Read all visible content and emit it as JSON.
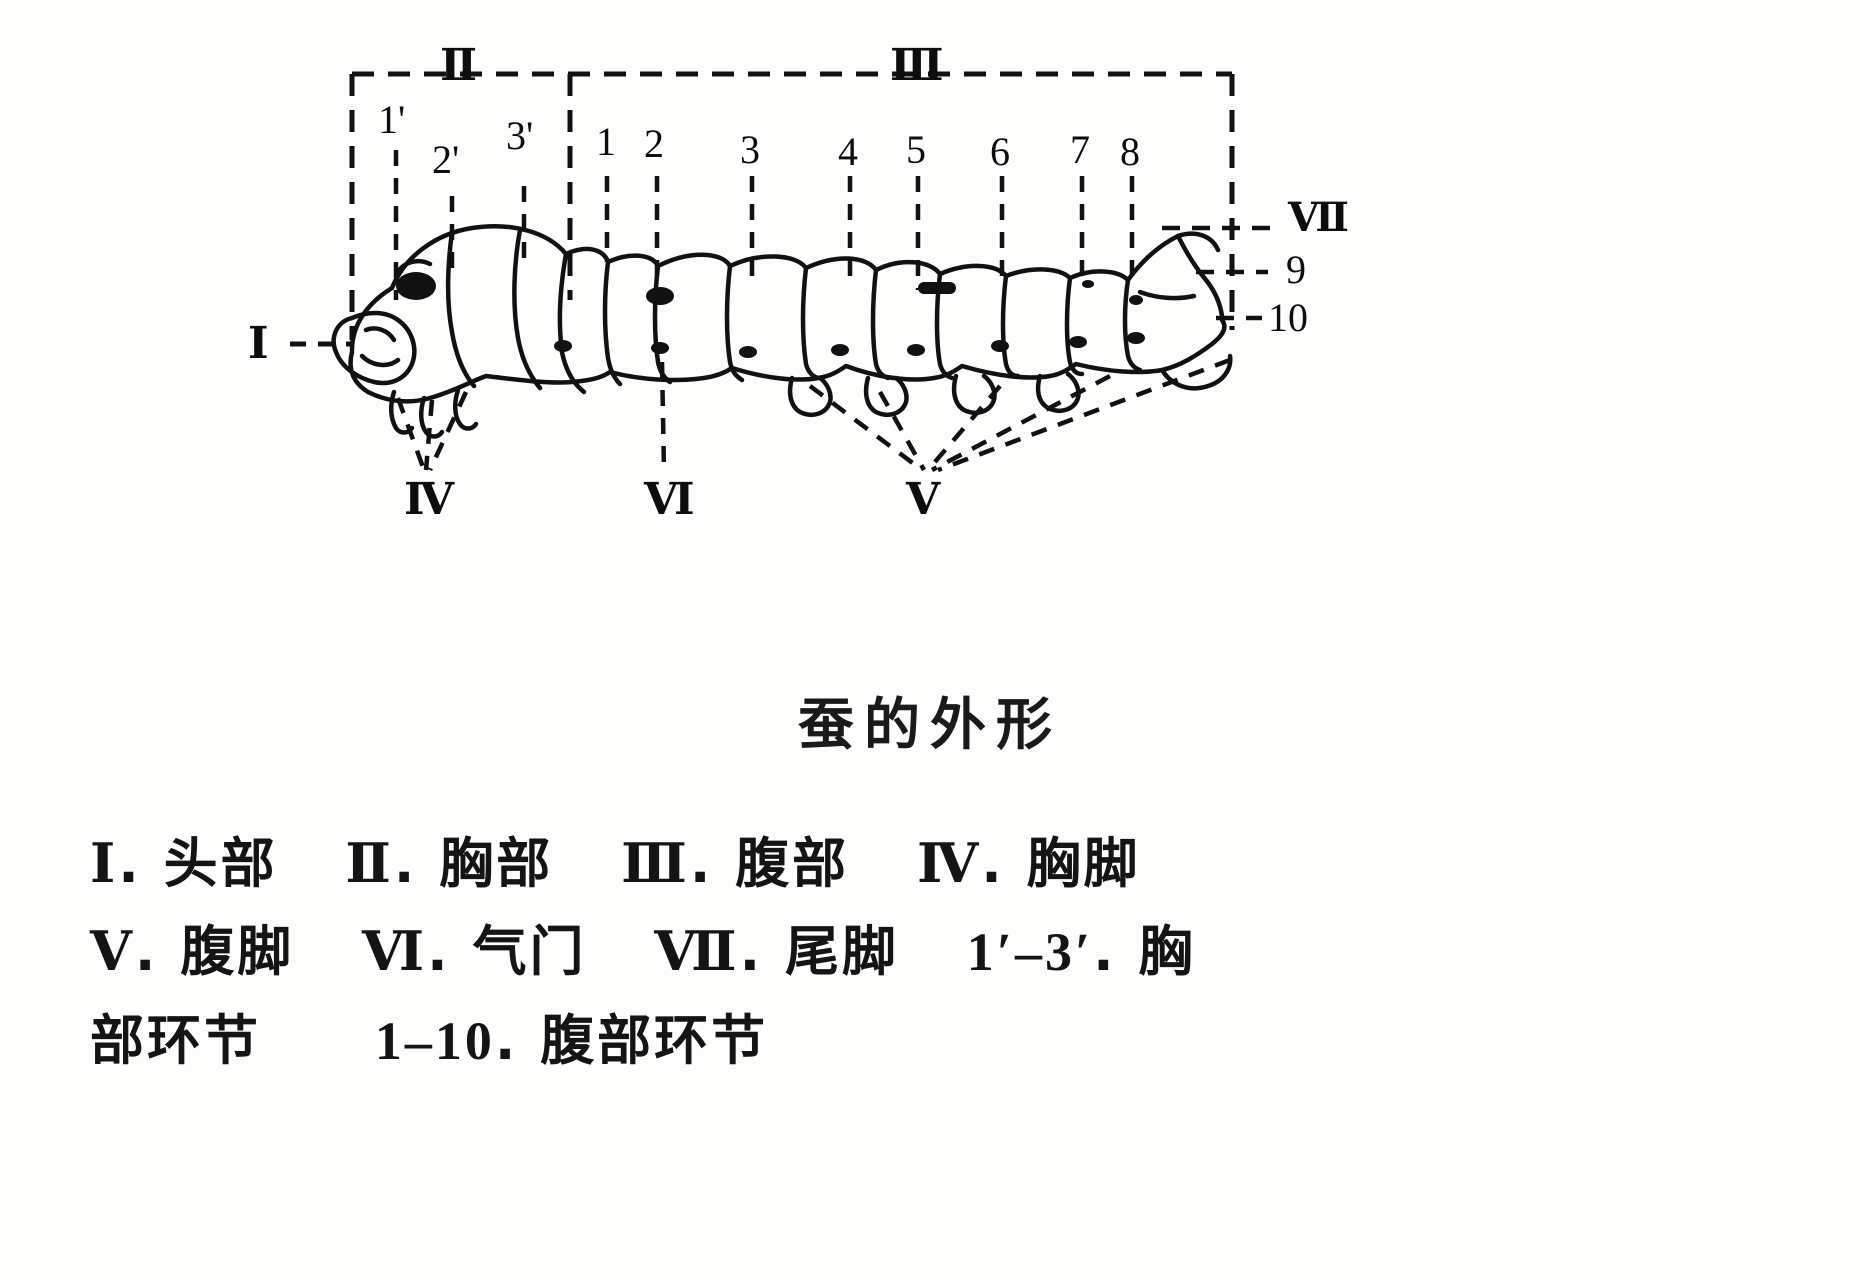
{
  "figure": {
    "title": "蚕的外形",
    "top_brackets": [
      {
        "id": "II",
        "label": "Ⅱ"
      },
      {
        "id": "III",
        "label": "Ⅲ"
      }
    ],
    "thoracic_segment_labels": [
      "1'",
      "2'",
      "3'"
    ],
    "abdominal_segment_labels": [
      "1",
      "2",
      "3",
      "4",
      "5",
      "6",
      "7",
      "8",
      "9",
      "10"
    ],
    "left_label": "Ⅰ",
    "right_labels": [
      "Ⅶ",
      "9",
      "10"
    ],
    "bottom_labels": [
      "Ⅳ",
      "Ⅵ",
      "Ⅴ"
    ]
  },
  "legend": {
    "line1": [
      {
        "key": "Ⅰ",
        "sep": ".",
        "text": "头部"
      },
      {
        "key": "Ⅱ",
        "sep": ".",
        "text": "胸部"
      },
      {
        "key": "Ⅲ",
        "sep": ".",
        "text": "腹部"
      },
      {
        "key": "Ⅳ",
        "sep": ".",
        "text": "胸脚"
      }
    ],
    "line2": [
      {
        "key": "Ⅴ",
        "sep": ".",
        "text": "腹脚"
      },
      {
        "key": "Ⅵ",
        "sep": ".",
        "text": "气门"
      },
      {
        "key": "Ⅶ",
        "sep": ".",
        "text": "尾脚"
      },
      {
        "key": "1′–3′",
        "sep": ".",
        "text": "胸"
      }
    ],
    "line3": [
      {
        "key": "",
        "sep": "",
        "text": "部环节"
      },
      {
        "key": "1–10",
        "sep": ".",
        "text": "腹部环节"
      }
    ]
  },
  "colors": {
    "ink": "#111111",
    "paper": "#fdfdfb"
  }
}
